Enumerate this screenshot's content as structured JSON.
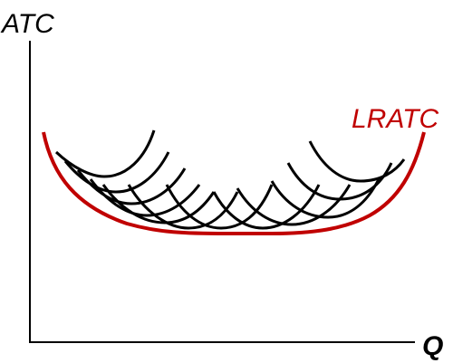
{
  "labels": {
    "y_axis": "ATC",
    "x_axis": "Q",
    "envelope": "LRATC"
  },
  "colors": {
    "envelope": "#c00000",
    "short_run": "#000000",
    "axis": "#000000"
  },
  "curves": {
    "short_run_count": 12,
    "envelope_count": 1
  }
}
